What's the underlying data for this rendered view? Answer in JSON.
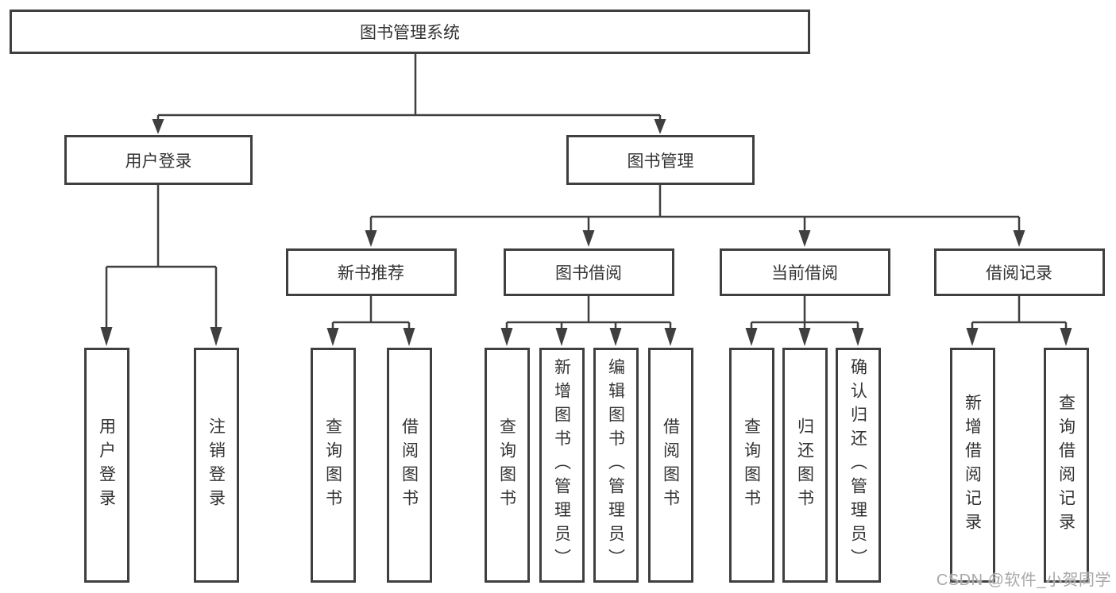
{
  "diagram": {
    "root": {
      "label": "图书管理系统"
    },
    "branches": [
      {
        "label": "用户登录",
        "children": [
          {
            "label": "用户登录"
          },
          {
            "label": "注销登录"
          }
        ]
      },
      {
        "label": "图书管理",
        "children": [
          {
            "label": "新书推荐",
            "children": [
              {
                "label": "查询图书"
              },
              {
                "label": "借阅图书"
              }
            ]
          },
          {
            "label": "图书借阅",
            "children": [
              {
                "label": "查询图书"
              },
              {
                "label": "新增图书（管理员）"
              },
              {
                "label": "编辑图书（管理员）"
              },
              {
                "label": "借阅图书"
              }
            ]
          },
          {
            "label": "当前借阅",
            "children": [
              {
                "label": "查询图书"
              },
              {
                "label": "归还图书"
              },
              {
                "label": "确认归还（管理员）"
              }
            ]
          },
          {
            "label": "借阅记录",
            "children": [
              {
                "label": "新增借阅记录"
              },
              {
                "label": "查询借阅记录"
              }
            ]
          }
        ]
      }
    ]
  },
  "watermark": {
    "text": "CSDN @软件_小贺同学"
  },
  "colors": {
    "line": "#3f3f3f",
    "box_border": "#3f3f3f",
    "text": "#333333",
    "watermark": "#a8a8a8",
    "background": "#ffffff"
  }
}
